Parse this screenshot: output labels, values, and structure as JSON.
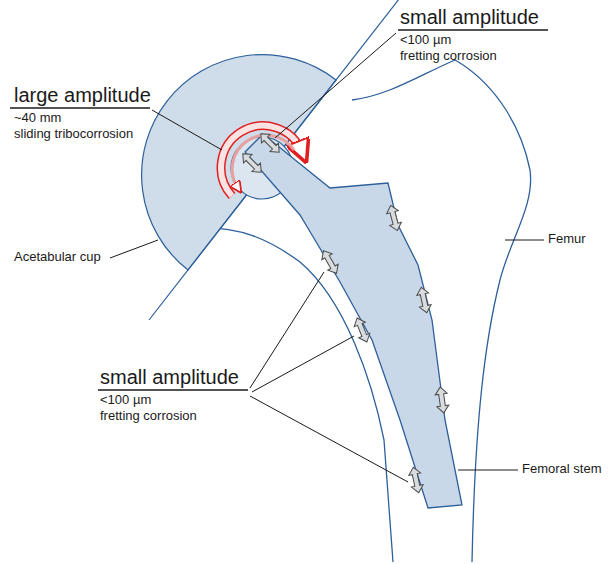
{
  "diagram": {
    "labels": [
      "large amplitude",
      "~40 mm",
      "sliding tribocorrosion",
      "small amplitude",
      "<100 µm",
      "fretting corrosion",
      "Acetabular cup",
      "Femur",
      "small amplitude",
      "<100 µm",
      "fretting corrosion",
      "Femoral stem"
    ]
  }
}
